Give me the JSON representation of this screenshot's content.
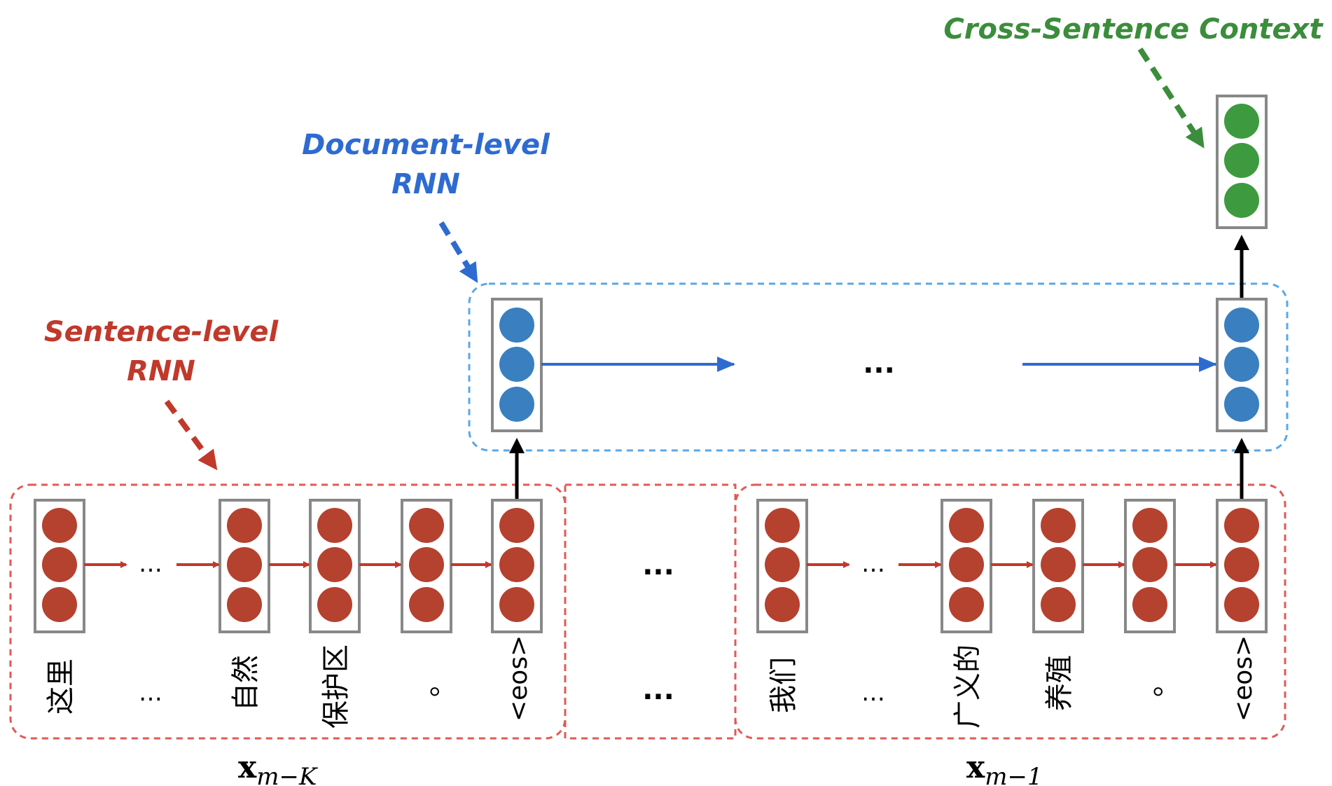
{
  "labels": {
    "cross_sentence": "Cross-Sentence Context",
    "document_rnn_line1": "Document-level",
    "document_rnn_line2": "RNN",
    "sentence_rnn_line1": "Sentence-level",
    "sentence_rnn_line2": "RNN"
  },
  "sentence_first": {
    "tokens": [
      "这里",
      "…",
      "自然",
      "保护区",
      "。",
      "<eos>"
    ],
    "label_var": "x",
    "label_sub": "m−K"
  },
  "sentence_middle": {
    "ellipsis_top": "...",
    "ellipsis_bottom": "..."
  },
  "sentence_last": {
    "tokens": [
      "我们",
      "…",
      "广义的",
      "养殖",
      "。",
      "<eos>"
    ],
    "label_var": "x",
    "label_sub": "m−1"
  },
  "document_ellipsis": "...",
  "word_ellipsis": "…",
  "colors": {
    "sentence": "#c0392b",
    "sentence_node": "#b5412f",
    "document": "#2e6bd1",
    "document_node": "#3a7fbf",
    "context": "#3b8d3b",
    "context_node": "#3e9a3e",
    "box_border": "#888888",
    "dashed_red": "#e05a55",
    "dashed_blue": "#5aa7e8"
  },
  "icons": {
    "hidden_state": "stacked-circle-vector",
    "arrow": "solid-arrow",
    "callout_arrow": "dashed-arrow"
  }
}
